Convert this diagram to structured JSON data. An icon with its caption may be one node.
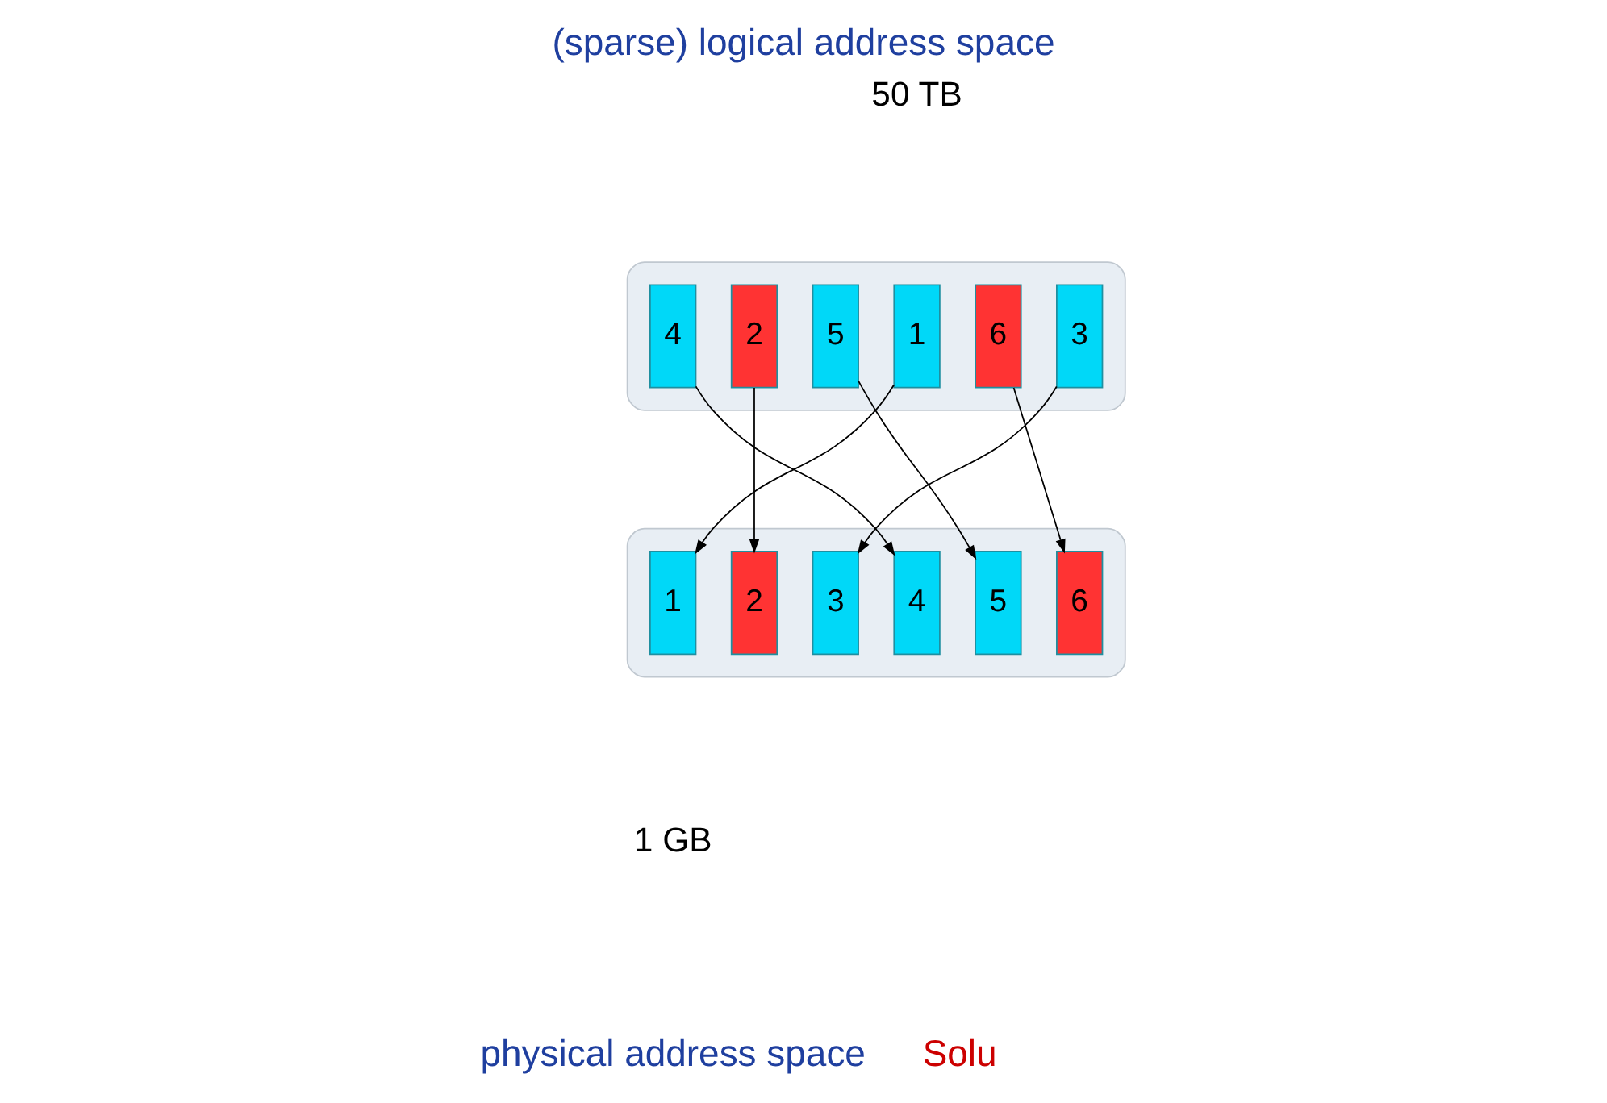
{
  "diagram": {
    "title": "(sparse) logical address space",
    "nodes": [
      {
        "text": [],
        "shape": "bar"
      },
      {
        "text": [
          "4"
        ],
        "in": 0
      },
      {
        "text": [
          "2"
        ],
        "in": 0
      },
      {
        "text": [
          "5"
        ],
        "in": 0
      },
      {
        "text": [
          "1"
        ],
        "in": 0
      },
      {
        "text": [
          "6"
        ],
        "in": 0
      },
      {
        "text": [
          "3"
        ],
        "in": 0
      },
      {
        "text": [],
        "shape": "bar"
      },
      {
        "text": [
          "1"
        ],
        "in": 7
      },
      {
        "text": [
          "2"
        ],
        "in": 7
      },
      {
        "text": [
          "3"
        ],
        "in": 7
      },
      {
        "text": [
          "4"
        ],
        "in": 7
      },
      {
        "text": [
          "5"
        ],
        "in": 7
      },
      {
        "text": [
          "6"
        ],
        "in": 7
      }
    ],
    "edges": [
      {
        "from": 1,
        "to": 11,
        "arrow": "to"
      },
      {
        "from": 2,
        "to": 9,
        "arrow": "to"
      },
      {
        "from": 3,
        "to": 12,
        "arrow": "to"
      },
      {
        "from": 4,
        "to": 8,
        "arrow": "to"
      },
      {
        "from": 5,
        "to": 13,
        "arrow": "to"
      },
      {
        "from": 6,
        "to": 10,
        "arrow": "to"
      }
    ],
    "labels": [
      "50 TB",
      "1 GB",
      "physical address space",
      "Solu"
    ]
  }
}
